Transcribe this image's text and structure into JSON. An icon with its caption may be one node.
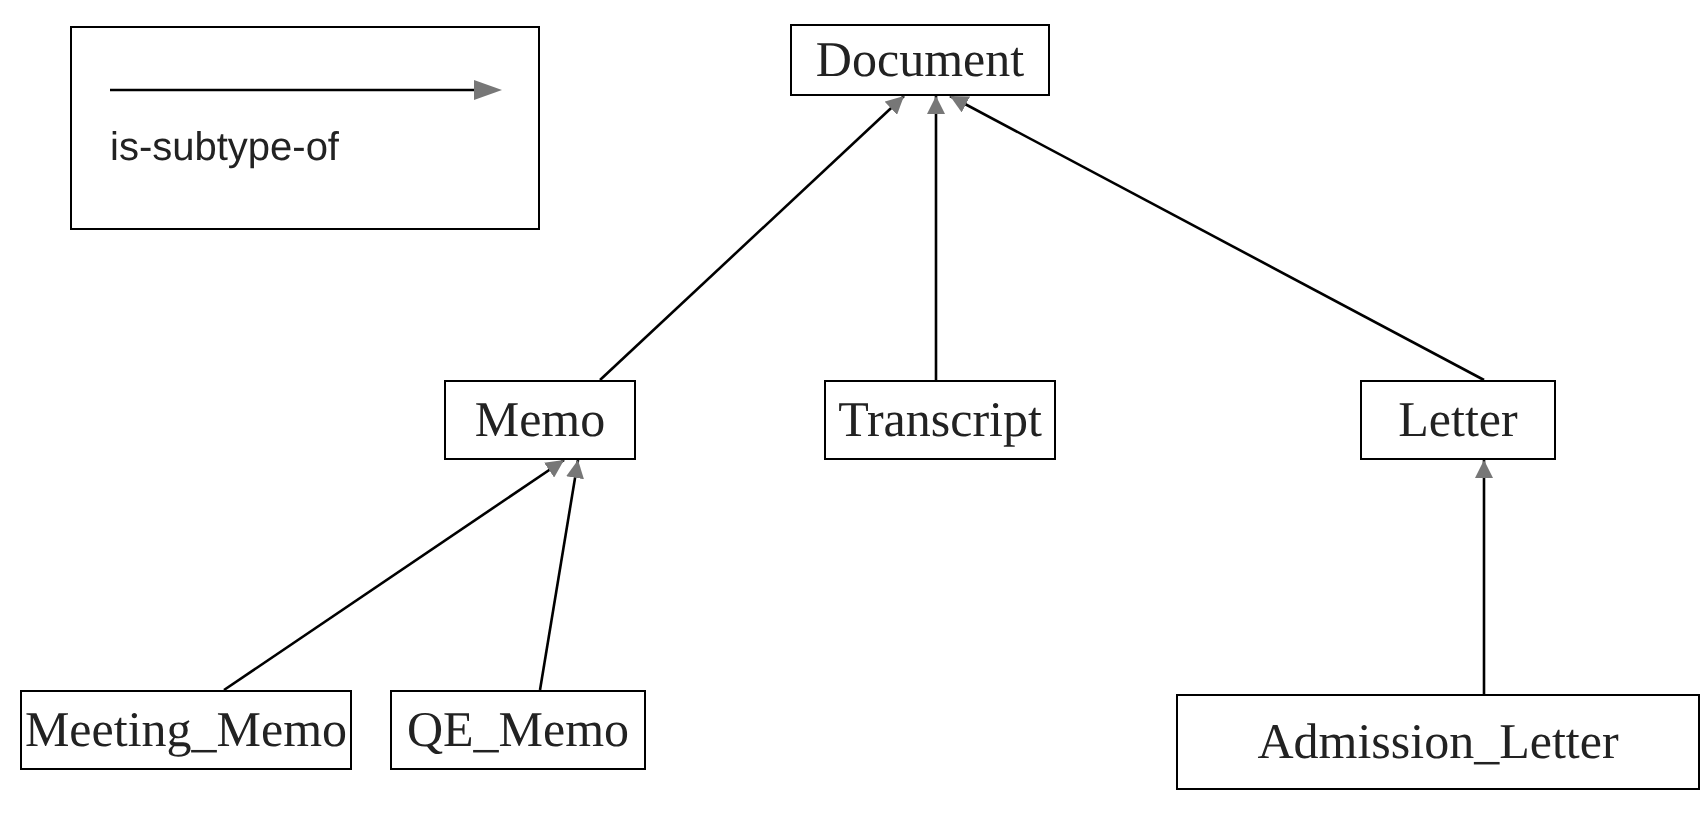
{
  "diagram": {
    "nodes": [
      {
        "text": [
          "Document"
        ]
      },
      {
        "text": [
          "Memo"
        ]
      },
      {
        "text": [
          "Transcript"
        ]
      },
      {
        "text": [
          "Letter"
        ]
      },
      {
        "text": [
          "Meeting_Memo"
        ]
      },
      {
        "text": [
          "QE_Memo"
        ]
      },
      {
        "text": [
          "Admission_Letter"
        ]
      }
    ],
    "edges": [
      {
        "from": 1,
        "to": 0,
        "arrow": "to"
      },
      {
        "from": 2,
        "to": 0,
        "arrow": "to"
      },
      {
        "from": 3,
        "to": 0,
        "arrow": "to"
      },
      {
        "from": 4,
        "to": 1,
        "arrow": "to"
      },
      {
        "from": 5,
        "to": 1,
        "arrow": "to"
      },
      {
        "from": 6,
        "to": 3,
        "arrow": "to"
      }
    ],
    "legend": [
      {
        "text": "is-subtype-of"
      }
    ]
  }
}
